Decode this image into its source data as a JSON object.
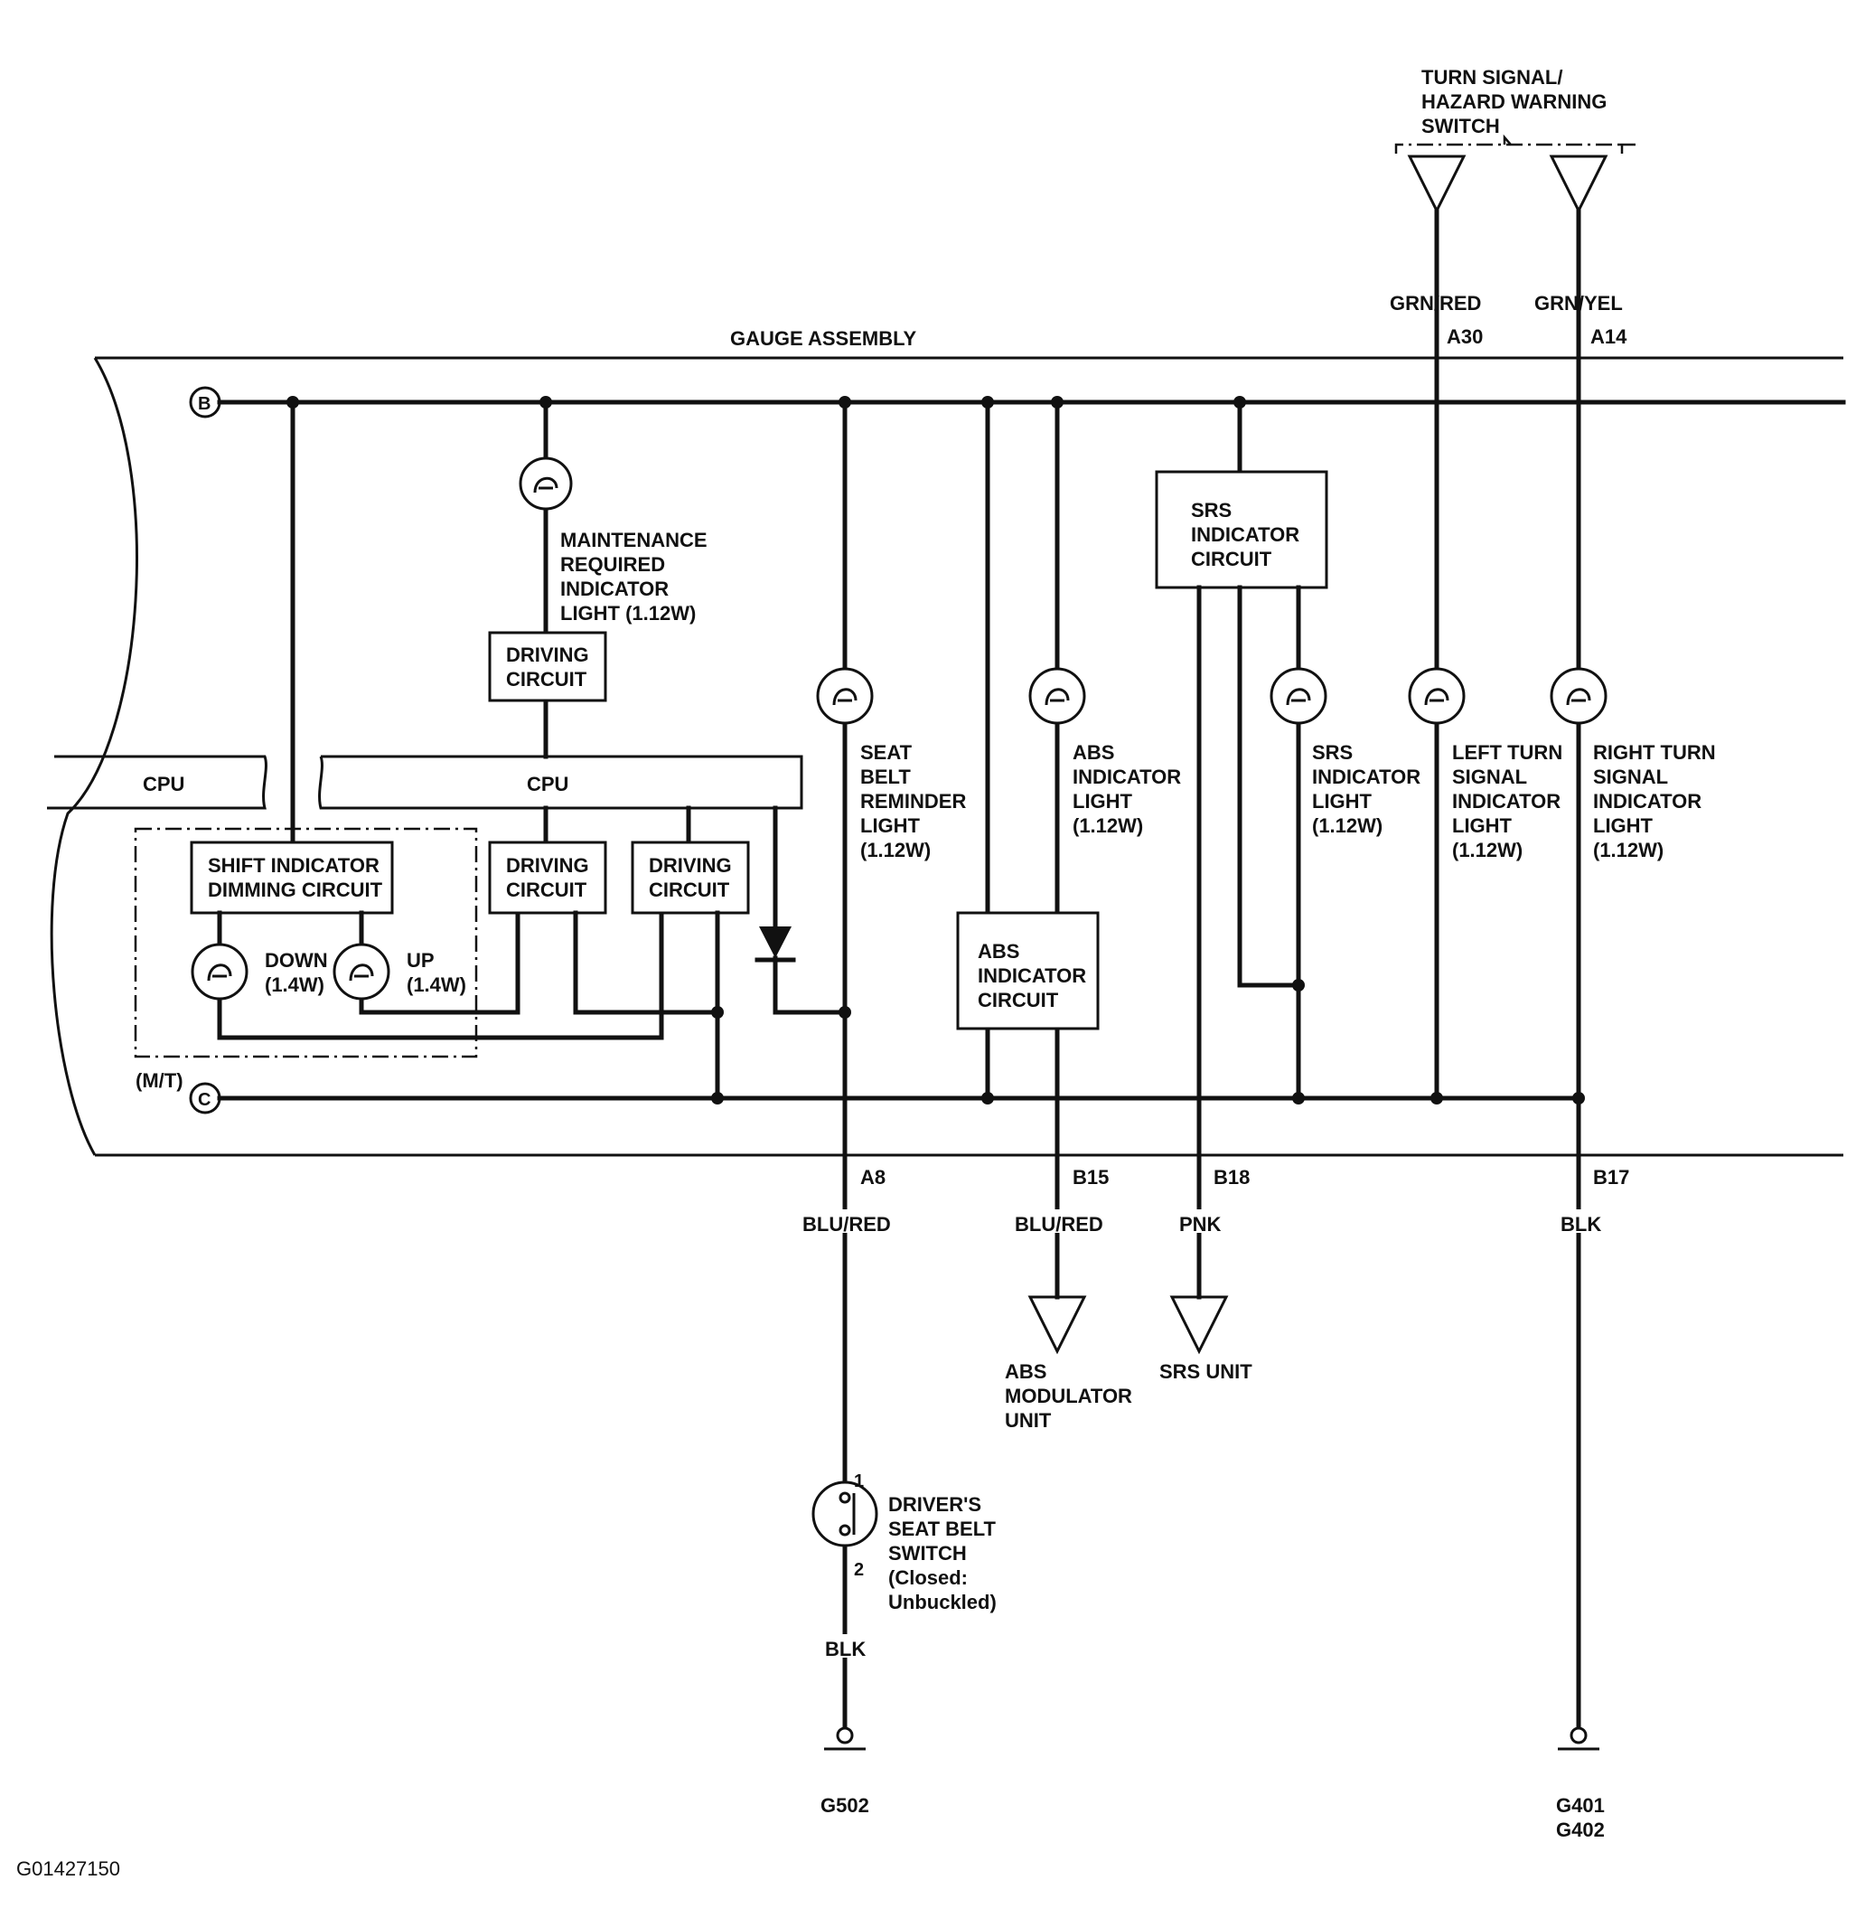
{
  "header": {
    "switch_title": [
      "TURN SIGNAL/",
      "HAZARD WARNING",
      "SWITCH"
    ],
    "assembly_title": "GAUGE ASSEMBLY"
  },
  "buses": {
    "b": "B",
    "c": "C"
  },
  "cpu": {
    "left": "CPU",
    "main": "CPU"
  },
  "circuits": {
    "shift_dimming": [
      "SHIFT INDICATOR",
      "DIMMING CIRCUIT"
    ],
    "driving_top": [
      "DRIVING",
      "CIRCUIT"
    ],
    "driving_1": [
      "DRIVING",
      "CIRCUIT"
    ],
    "driving_2": [
      "DRIVING",
      "CIRCUIT"
    ],
    "srs_circuit": [
      "SRS",
      "INDICATOR",
      "CIRCUIT"
    ],
    "abs_circuit": [
      "ABS",
      "INDICATOR",
      "CIRCUIT"
    ]
  },
  "lights": {
    "down": [
      "DOWN",
      "(1.4W)"
    ],
    "up": [
      "UP",
      "(1.4W)"
    ],
    "maintenance": [
      "MAINTENANCE",
      "REQUIRED",
      "INDICATOR",
      "LIGHT (1.12W)"
    ],
    "seat_belt": [
      "SEAT",
      "BELT",
      "REMINDER",
      "LIGHT",
      "(1.12W)"
    ],
    "abs": [
      "ABS",
      "INDICATOR",
      "LIGHT",
      "(1.12W)"
    ],
    "srs": [
      "SRS",
      "INDICATOR",
      "LIGHT",
      "(1.12W)"
    ],
    "left_turn": [
      "LEFT TURN",
      "SIGNAL",
      "INDICATOR",
      "LIGHT",
      "(1.12W)"
    ],
    "right_turn": [
      "RIGHT TURN",
      "SIGNAL",
      "INDICATOR",
      "LIGHT",
      "(1.12W)"
    ]
  },
  "mt_label": "(M/T)",
  "connectors": {
    "a30": "A30",
    "a14": "A14",
    "a8": "A8",
    "b15": "B15",
    "b18": "B18",
    "b17": "B17"
  },
  "wires": {
    "grn_red": "GRN/RED",
    "grn_yel": "GRN/YEL",
    "blu_red_a8": "BLU/RED",
    "blu_red_b15": "BLU/RED",
    "pnk": "PNK",
    "blk_b17": "BLK",
    "blk_switch": "BLK"
  },
  "destinations": {
    "abs_modulator": [
      "ABS",
      "MODULATOR",
      "UNIT"
    ],
    "srs_unit": "SRS UNIT"
  },
  "seat_belt_switch": {
    "pin1": "1",
    "pin2": "2",
    "label": [
      "DRIVER'S",
      "SEAT BELT",
      "SWITCH",
      "(Closed:",
      "Unbuckled)"
    ]
  },
  "grounds": {
    "g502": "G502",
    "g401": "G401",
    "g402": "G402"
  },
  "figure_id": "G01427150"
}
